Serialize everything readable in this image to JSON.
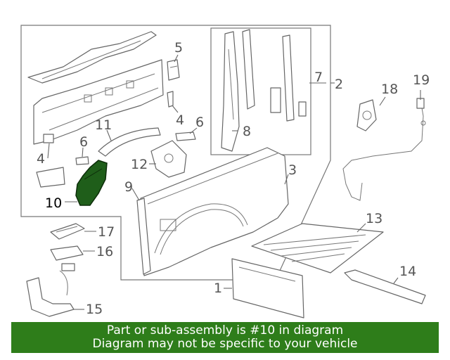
{
  "callouts": {
    "c1": "1",
    "c2": "2",
    "c3": "3",
    "c4a": "4",
    "c4b": "4",
    "c5": "5",
    "c6a": "6",
    "c6b": "6",
    "c7": "7",
    "c8": "8",
    "c9": "9",
    "c10": "10",
    "c11": "11",
    "c12": "12",
    "c13": "13",
    "c14": "14",
    "c15": "15",
    "c16": "16",
    "c17": "17",
    "c18": "18",
    "c19": "19"
  },
  "banner": {
    "line1": "Part or sub-assembly is #10 in diagram",
    "line2": "Diagram may not be specific to your vehicle",
    "color": "#2e7d1a"
  },
  "highlight_part": "10"
}
